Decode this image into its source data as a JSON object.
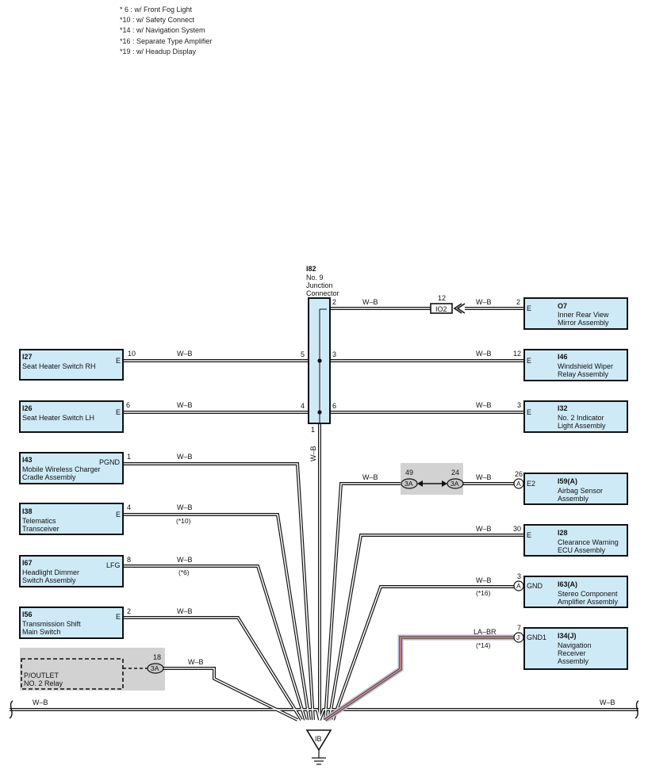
{
  "notes": [
    "* 6 : w/ Front Fog Light",
    "*10 : w/ Safety Connect",
    "*14 : w/ Navigation System",
    "*16 : Separate Type Amplifier",
    "*19 : w/ Headup Display"
  ],
  "junction": {
    "id": "I82",
    "name_lines": [
      "No.  9",
      "Junction",
      "Connector"
    ],
    "pins": {
      "top_right": "2",
      "left_mid": "5",
      "right_mid": "3",
      "left_low": "4",
      "right_low": "6",
      "bottom": "1"
    }
  },
  "wire": {
    "wb": "W–B",
    "labr": "LA–BR"
  },
  "ground": {
    "label": "IB"
  },
  "inline_connectors": {
    "io2": {
      "label": "IO2",
      "pin": "12"
    },
    "airbag_left": {
      "label": "3A",
      "pin": "49"
    },
    "airbag_right": {
      "label": "3A",
      "pin": "24"
    },
    "poutlet": {
      "label": "3A",
      "pin": "18"
    }
  },
  "left_components": [
    {
      "id": "I27",
      "name": [
        "Seat Heater Switch RH"
      ],
      "terminal": "E",
      "pin": "10",
      "note": ""
    },
    {
      "id": "I26",
      "name": [
        "Seat Heater Switch LH"
      ],
      "terminal": "E",
      "pin": "6",
      "note": ""
    },
    {
      "id": "I43",
      "name": [
        "Mobile Wireless Charger",
        "Cradle Assembly"
      ],
      "terminal": "PGND",
      "pin": "1",
      "note": ""
    },
    {
      "id": "I38",
      "name": [
        "Telematics",
        "Transceiver"
      ],
      "terminal": "E",
      "pin": "4",
      "note": "(*10)"
    },
    {
      "id": "I67",
      "name": [
        "Headlight Dimmer",
        "Switch Assembly"
      ],
      "terminal": "LFG",
      "pin": "8",
      "note": "(*6)"
    },
    {
      "id": "I56",
      "name": [
        "Transmission Shift",
        "Main Switch"
      ],
      "terminal": "E",
      "pin": "2",
      "note": ""
    }
  ],
  "poutlet_relay": {
    "name": [
      "P/OUTLET",
      "NO. 2 Relay"
    ]
  },
  "right_components": [
    {
      "id": "O7",
      "name": [
        "Inner Rear View",
        "Mirror Assembly"
      ],
      "terminal": "E",
      "pin": "2",
      "note": "",
      "circle": ""
    },
    {
      "id": "I46",
      "name": [
        "Windshield Wiper",
        "Relay Assembly"
      ],
      "terminal": "E",
      "pin": "12",
      "note": "",
      "circle": ""
    },
    {
      "id": "I32",
      "name": [
        "No.  2 Indicator",
        "Light Assembly"
      ],
      "terminal": "E",
      "pin": "3",
      "note": "",
      "circle": ""
    },
    {
      "id": "I59(A)",
      "name": [
        "Airbag Sensor",
        "Assembly"
      ],
      "terminal": "E2",
      "pin": "26",
      "note": "",
      "circle": "A"
    },
    {
      "id": "I28",
      "name": [
        "Clearance Warning",
        "ECU Assembly"
      ],
      "terminal": "E",
      "pin": "30",
      "note": "",
      "circle": ""
    },
    {
      "id": "I63(A)",
      "name": [
        "Stereo Component",
        "Amplifier Assembly"
      ],
      "terminal": "GND",
      "pin": "3",
      "note": "(*16)",
      "circle": "A"
    },
    {
      "id": "I34(J)",
      "name": [
        "Navigation",
        "Receiver",
        "Assembly"
      ],
      "terminal": "GND1",
      "pin": "7",
      "note": "(*14)",
      "circle": "J"
    }
  ]
}
